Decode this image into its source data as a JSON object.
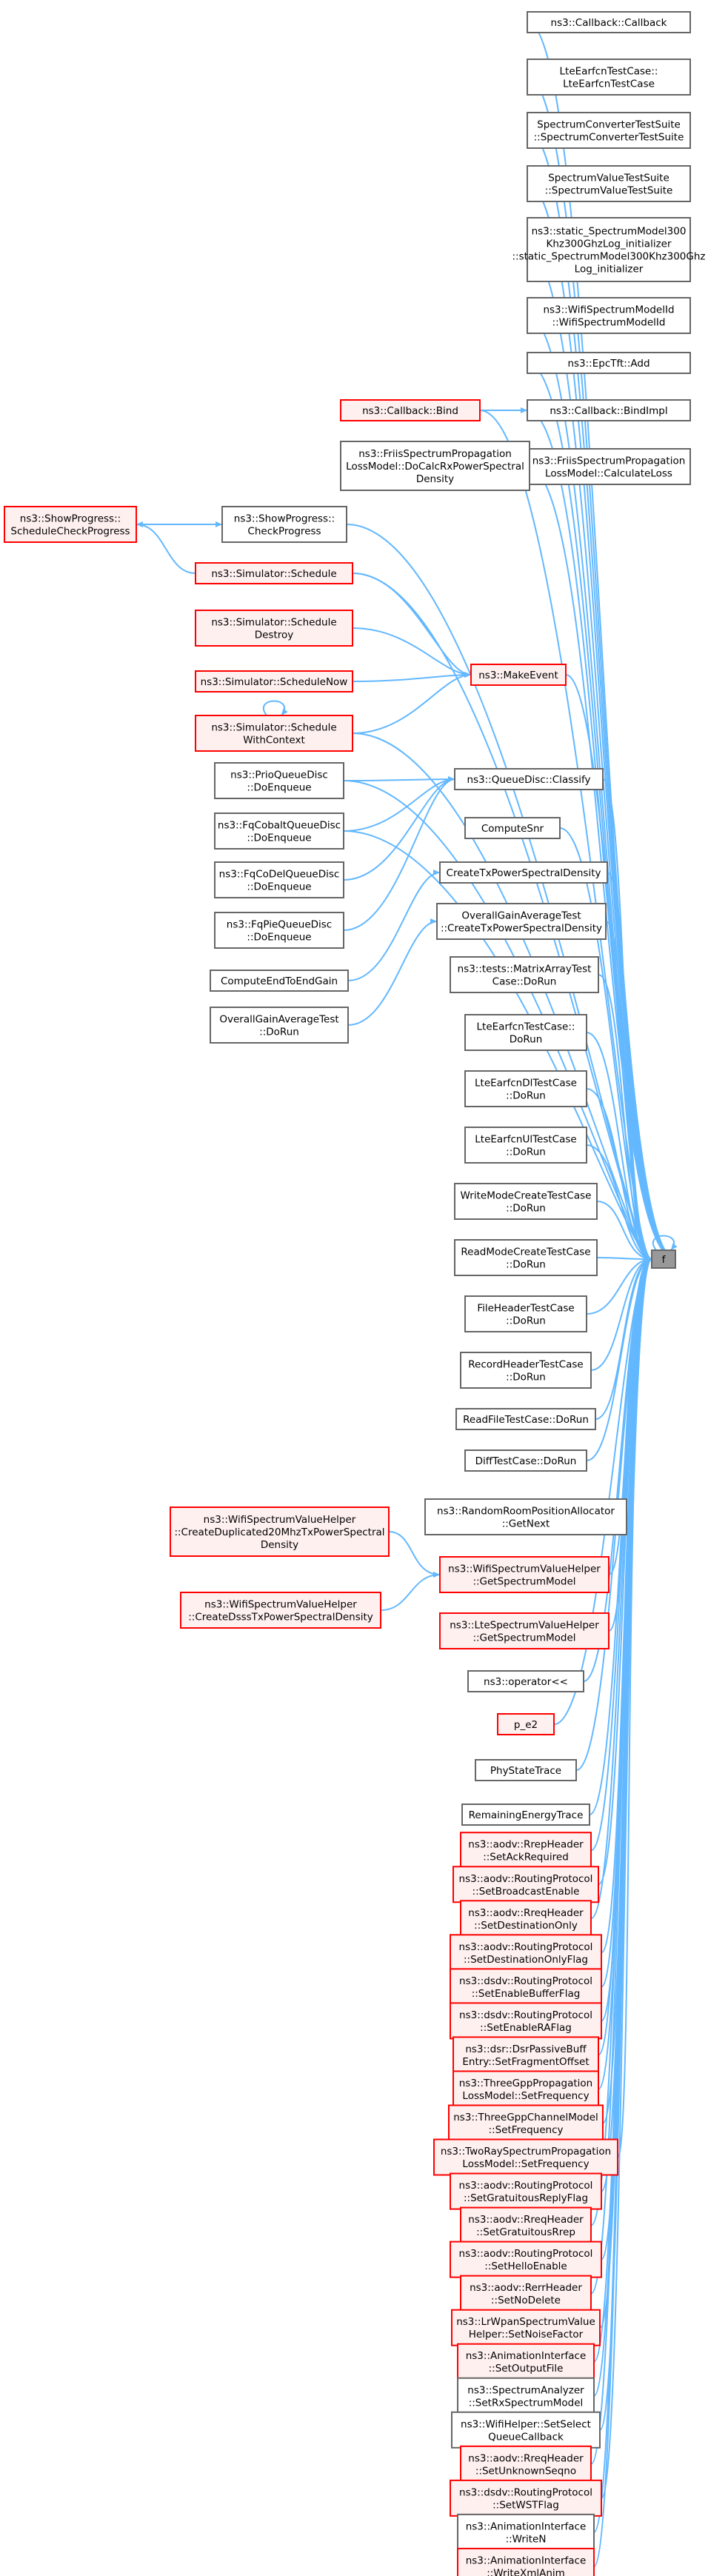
{
  "colors": {
    "edge": "#63b8ff",
    "node_border": "#666666",
    "node_fill": "#ffffff",
    "highlight_border": "#ff0000",
    "highlight_fill": "#fff0f0",
    "target_fill": "#999999"
  },
  "target": {
    "id": "f",
    "label": [
      "f"
    ]
  },
  "nodes": [
    {
      "id": "cb_callback",
      "label": [
        "ns3::Callback::Callback"
      ],
      "style": "normal"
    },
    {
      "id": "lteearfcn_tc",
      "label": [
        "LteEarfcnTestCase::",
        "LteEarfcnTestCase"
      ],
      "style": "normal"
    },
    {
      "id": "specconv_ts",
      "label": [
        "SpectrumConverterTestSuite",
        "::SpectrumConverterTestSuite"
      ],
      "style": "normal"
    },
    {
      "id": "specval_ts",
      "label": [
        "SpectrumValueTestSuite",
        "::SpectrumValueTestSuite"
      ],
      "style": "normal"
    },
    {
      "id": "static_spec",
      "label": [
        "ns3::static_SpectrumModel300",
        "Khz300GhzLog_initializer",
        "::static_SpectrumModel300Khz300Ghz",
        "Log_initializer"
      ],
      "style": "normal"
    },
    {
      "id": "wifi_specid",
      "label": [
        "ns3::WifiSpectrumModelId",
        "::WifiSpectrumModelId"
      ],
      "style": "normal"
    },
    {
      "id": "epctft_add",
      "label": [
        "ns3::EpcTft::Add"
      ],
      "style": "normal"
    },
    {
      "id": "cb_bindimpl",
      "label": [
        "ns3::Callback::BindImpl"
      ],
      "style": "normal"
    },
    {
      "id": "cb_bind",
      "label": [
        "ns3::Callback::Bind"
      ],
      "style": "red"
    },
    {
      "id": "friis_calc",
      "label": [
        "ns3::FriisSpectrumPropagation",
        "LossModel::CalculateLoss"
      ],
      "style": "normal"
    },
    {
      "id": "friis_docalc",
      "label": [
        "ns3::FriisSpectrumPropagation",
        "LossModel::DoCalcRxPowerSpectral",
        "Density"
      ],
      "style": "normal"
    },
    {
      "id": "show_sched",
      "label": [
        "ns3::ShowProgress::",
        "ScheduleCheckProgress"
      ],
      "style": "red"
    },
    {
      "id": "show_check",
      "label": [
        "ns3::ShowProgress::",
        "CheckProgress"
      ],
      "style": "normal"
    },
    {
      "id": "sim_schedule",
      "label": [
        "ns3::Simulator::Schedule"
      ],
      "style": "red"
    },
    {
      "id": "sim_destroy",
      "label": [
        "ns3::Simulator::Schedule",
        "Destroy"
      ],
      "style": "red"
    },
    {
      "id": "sim_now",
      "label": [
        "ns3::Simulator::ScheduleNow"
      ],
      "style": "red"
    },
    {
      "id": "makeevent",
      "label": [
        "ns3::MakeEvent"
      ],
      "style": "red"
    },
    {
      "id": "sim_context",
      "label": [
        "ns3::Simulator::Schedule",
        "WithContext"
      ],
      "style": "red"
    },
    {
      "id": "qdisc_classify",
      "label": [
        "ns3::QueueDisc::Classify"
      ],
      "style": "normal"
    },
    {
      "id": "prio_deq",
      "label": [
        "ns3::PrioQueueDisc",
        "::DoEnqueue"
      ],
      "style": "normal"
    },
    {
      "id": "computesnr",
      "label": [
        "ComputeSnr"
      ],
      "style": "normal"
    },
    {
      "id": "fqcobalt_deq",
      "label": [
        "ns3::FqCobaltQueueDisc",
        "::DoEnqueue"
      ],
      "style": "normal"
    },
    {
      "id": "createtx",
      "label": [
        "CreateTxPowerSpectralDensity"
      ],
      "style": "normal"
    },
    {
      "id": "fqcodel_deq",
      "label": [
        "ns3::FqCoDelQueueDisc",
        "::DoEnqueue"
      ],
      "style": "normal"
    },
    {
      "id": "ogat_createtx",
      "label": [
        "OverallGainAverageTest",
        "::CreateTxPowerSpectralDensity"
      ],
      "style": "normal"
    },
    {
      "id": "fqpie_deq",
      "label": [
        "ns3::FqPieQueueDisc",
        "::DoEnqueue"
      ],
      "style": "normal"
    },
    {
      "id": "compute_e2e",
      "label": [
        "ComputeEndToEndGain"
      ],
      "style": "normal"
    },
    {
      "id": "matrix_dorun",
      "label": [
        "ns3::tests::MatrixArrayTest",
        "Case::DoRun"
      ],
      "style": "normal"
    },
    {
      "id": "ogat_dorun",
      "label": [
        "OverallGainAverageTest",
        "::DoRun"
      ],
      "style": "normal"
    },
    {
      "id": "lteearfcn_dorun",
      "label": [
        "LteEarfcnTestCase::",
        "DoRun"
      ],
      "style": "normal"
    },
    {
      "id": "lteearfcndl_dorun",
      "label": [
        "LteEarfcnDlTestCase",
        "::DoRun"
      ],
      "style": "normal"
    },
    {
      "id": "lteearfcnul_dorun",
      "label": [
        "LteEarfcnUlTestCase",
        "::DoRun"
      ],
      "style": "normal"
    },
    {
      "id": "writemode",
      "label": [
        "WriteModeCreateTestCase",
        "::DoRun"
      ],
      "style": "normal"
    },
    {
      "id": "readmode",
      "label": [
        "ReadModeCreateTestCase",
        "::DoRun"
      ],
      "style": "normal"
    },
    {
      "id": "fileheader",
      "label": [
        "FileHeaderTestCase",
        "::DoRun"
      ],
      "style": "normal"
    },
    {
      "id": "recordheader",
      "label": [
        "RecordHeaderTestCase",
        "::DoRun"
      ],
      "style": "normal"
    },
    {
      "id": "readfile",
      "label": [
        "ReadFileTestCase::DoRun"
      ],
      "style": "normal"
    },
    {
      "id": "difftest",
      "label": [
        "DiffTestCase::DoRun"
      ],
      "style": "normal"
    },
    {
      "id": "randomroom",
      "label": [
        "ns3::RandomRoomPositionAllocator",
        "::GetNext"
      ],
      "style": "normal"
    },
    {
      "id": "wsvh_dup20",
      "label": [
        "ns3::WifiSpectrumValueHelper",
        "::CreateDuplicated20MhzTxPowerSpectral",
        "Density"
      ],
      "style": "red"
    },
    {
      "id": "wsvh_getspec",
      "label": [
        "ns3::WifiSpectrumValueHelper",
        "::GetSpectrumModel"
      ],
      "style": "red"
    },
    {
      "id": "wsvh_dsss",
      "label": [
        "ns3::WifiSpectrumValueHelper",
        "::CreateDsssTxPowerSpectralDensity"
      ],
      "style": "red"
    },
    {
      "id": "ltesvh_getspec",
      "label": [
        "ns3::LteSpectrumValueHelper",
        "::GetSpectrumModel"
      ],
      "style": "red"
    },
    {
      "id": "operator_ll",
      "label": [
        "ns3::operator<<"
      ],
      "style": "normal"
    },
    {
      "id": "p_e2",
      "label": [
        "p_e2"
      ],
      "style": "red"
    },
    {
      "id": "phystate",
      "label": [
        "PhyStateTrace"
      ],
      "style": "normal"
    },
    {
      "id": "remenergy",
      "label": [
        "RemainingEnergyTrace"
      ],
      "style": "normal"
    },
    {
      "id": "aodv_rrep_ack",
      "label": [
        "ns3::aodv::RrepHeader",
        "::SetAckRequired"
      ],
      "style": "red"
    },
    {
      "id": "aodv_rp_bcast",
      "label": [
        "ns3::aodv::RoutingProtocol",
        "::SetBroadcastEnable"
      ],
      "style": "red"
    },
    {
      "id": "aodv_rreq_dest",
      "label": [
        "ns3::aodv::RreqHeader",
        "::SetDestinationOnly"
      ],
      "style": "red"
    },
    {
      "id": "aodv_rp_destflag",
      "label": [
        "ns3::aodv::RoutingProtocol",
        "::SetDestinationOnlyFlag"
      ],
      "style": "red"
    },
    {
      "id": "dsdv_buffer",
      "label": [
        "ns3::dsdv::RoutingProtocol",
        "::SetEnableBufferFlag"
      ],
      "style": "red"
    },
    {
      "id": "dsdv_ra",
      "label": [
        "ns3::dsdv::RoutingProtocol",
        "::SetEnableRAFlag"
      ],
      "style": "red"
    },
    {
      "id": "dsr_frag",
      "label": [
        "ns3::dsr::DsrPassiveBuff",
        "Entry::SetFragmentOffset"
      ],
      "style": "red"
    },
    {
      "id": "threegpp_prop",
      "label": [
        "ns3::ThreeGppPropagation",
        "LossModel::SetFrequency"
      ],
      "style": "red"
    },
    {
      "id": "threegpp_chan",
      "label": [
        "ns3::ThreeGppChannelModel",
        "::SetFrequency"
      ],
      "style": "red"
    },
    {
      "id": "tworay",
      "label": [
        "ns3::TwoRaySpectrumPropagation",
        "LossModel::SetFrequency"
      ],
      "style": "red"
    },
    {
      "id": "aodv_rp_grat",
      "label": [
        "ns3::aodv::RoutingProtocol",
        "::SetGratuitousReplyFlag"
      ],
      "style": "red"
    },
    {
      "id": "aodv_rreq_grat",
      "label": [
        "ns3::aodv::RreqHeader",
        "::SetGratuitousRrep"
      ],
      "style": "red"
    },
    {
      "id": "aodv_rp_hello",
      "label": [
        "ns3::aodv::RoutingProtocol",
        "::SetHelloEnable"
      ],
      "style": "red"
    },
    {
      "id": "aodv_rerr",
      "label": [
        "ns3::aodv::RerrHeader",
        "::SetNoDelete"
      ],
      "style": "red"
    },
    {
      "id": "lrwpan",
      "label": [
        "ns3::LrWpanSpectrumValue",
        "Helper::SetNoiseFactor"
      ],
      "style": "red"
    },
    {
      "id": "anim_output",
      "label": [
        "ns3::AnimationInterface",
        "::SetOutputFile"
      ],
      "style": "red"
    },
    {
      "id": "spec_analyzer",
      "label": [
        "ns3::SpectrumAnalyzer",
        "::SetRxSpectrumModel"
      ],
      "style": "normal"
    },
    {
      "id": "wifihelper",
      "label": [
        "ns3::WifiHelper::SetSelect",
        "QueueCallback"
      ],
      "style": "normal"
    },
    {
      "id": "aodv_rreq_unk",
      "label": [
        "ns3::aodv::RreqHeader",
        "::SetUnknownSeqno"
      ],
      "style": "red"
    },
    {
      "id": "dsdv_wst",
      "label": [
        "ns3::dsdv::RoutingProtocol",
        "::SetWSTFlag"
      ],
      "style": "red"
    },
    {
      "id": "anim_writen",
      "label": [
        "ns3::AnimationInterface",
        "::WriteN"
      ],
      "style": "normal"
    },
    {
      "id": "anim_xml",
      "label": [
        "ns3::AnimationInterface",
        "::WriteXmlAnim"
      ],
      "style": "red"
    }
  ]
}
